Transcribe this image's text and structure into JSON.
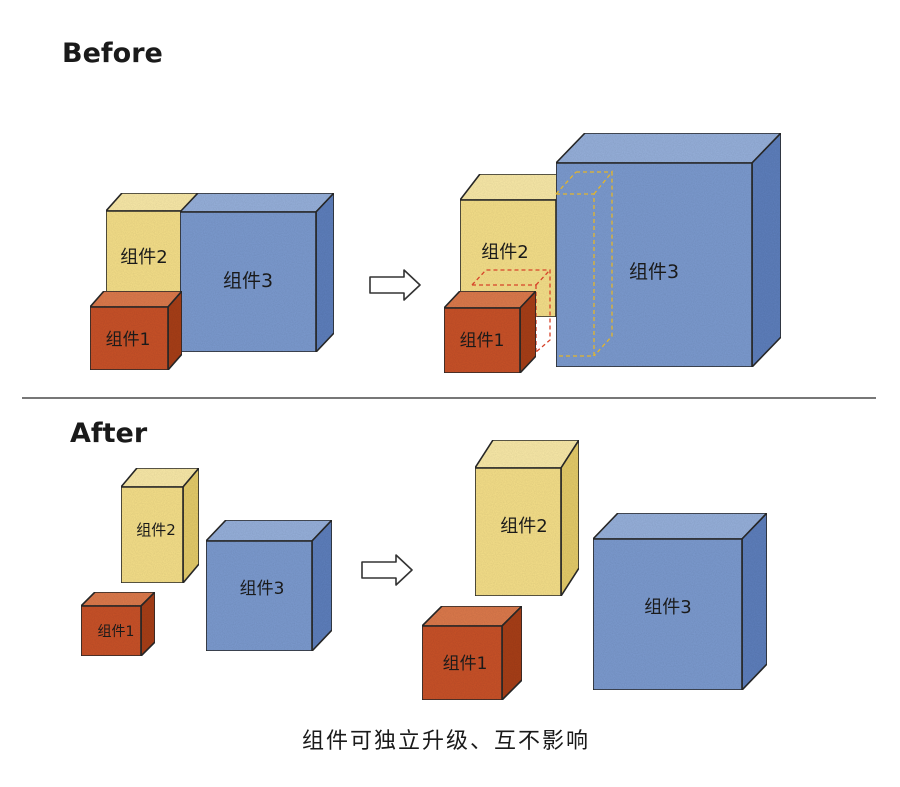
{
  "sections": {
    "before": {
      "title": "Before"
    },
    "after": {
      "title": "After"
    }
  },
  "components": {
    "c1": "组件1",
    "c2": "组件2",
    "c3": "组件3"
  },
  "caption": "组件可独立升级、互不影响",
  "colors": {
    "red_front": "#c9532c",
    "red_top": "#dd7a4e",
    "red_side": "#a8401f",
    "yellow_front": "#f6e08a",
    "yellow_top": "#faeaa9",
    "yellow_side": "#e5cc6b",
    "blue_front": "#7d9bd0",
    "blue_top": "#97b1dc",
    "blue_side": "#5f80bd",
    "dashed_red": "#d6432a",
    "dashed_yellow": "#e3b52b",
    "divider": "#4a4a4a"
  }
}
